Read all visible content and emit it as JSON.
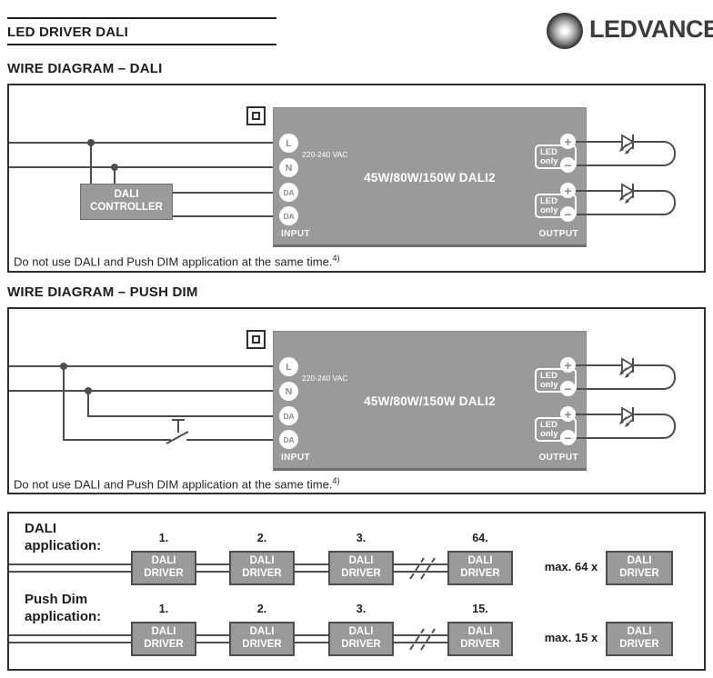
{
  "header": {
    "title": "LED DRIVER DALI",
    "brand": "LEDVANCE"
  },
  "sections": {
    "dali_heading": "WIRE DIAGRAM – DALI",
    "pushdim_heading": "WIRE DIAGRAM – PUSH DIM"
  },
  "note": {
    "text": "Do not use DALI and Push DIM application at the same time.",
    "sup": "4)"
  },
  "driver": {
    "model": "45W/80W/150W DALI2",
    "voltage": "220-240 VAC",
    "input": "INPUT",
    "output": "OUTPUT",
    "terminals": [
      "L",
      "N",
      "DA",
      "DA"
    ],
    "led_only_line1": "LED",
    "led_only_line2": "only",
    "plus": "+",
    "minus": "−"
  },
  "controller": {
    "line1": "DALI",
    "line2": "CONTROLLER"
  },
  "applications": {
    "driver_line1": "DALI",
    "driver_line2": "DRIVER",
    "rows": [
      {
        "label1": "DALI",
        "label2": "application:",
        "n1": "1.",
        "n2": "2.",
        "n3": "3.",
        "n4": "64.",
        "max": "max. 64 x"
      },
      {
        "label1": "Push Dim",
        "label2": "application:",
        "n1": "1.",
        "n2": "2.",
        "n3": "3.",
        "n4": "15.",
        "max": "max. 15 x"
      }
    ]
  },
  "colors": {
    "box_gray": "#9a9a9a",
    "wire": "#4d4d4d",
    "border_dark": "#2e2e2e"
  }
}
